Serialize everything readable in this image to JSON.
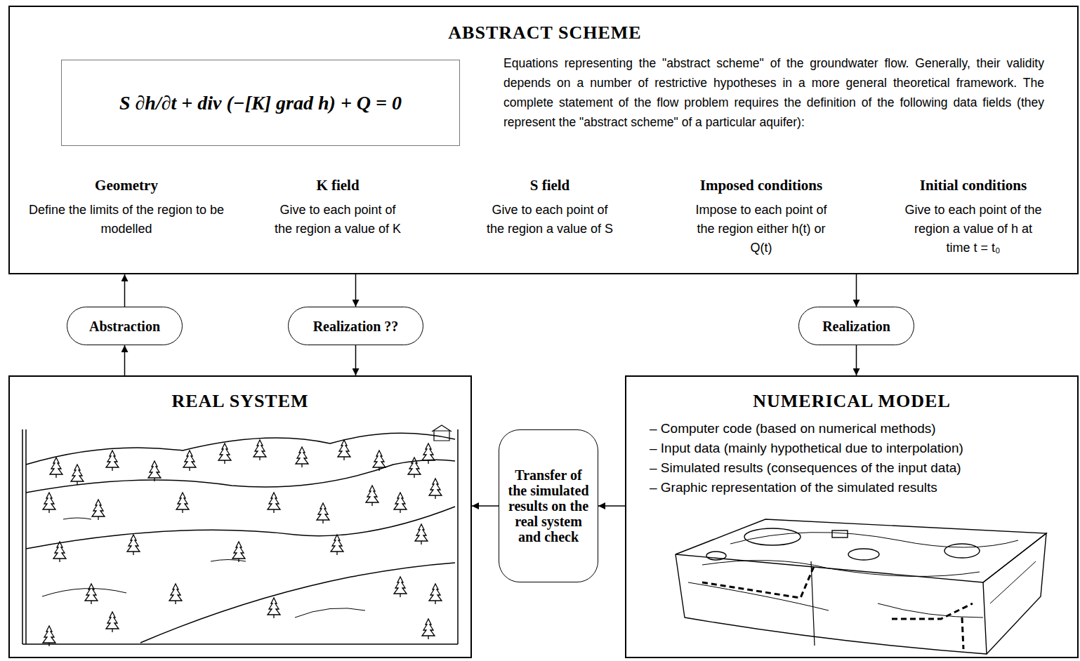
{
  "diagram": {
    "nodes": [
      {
        "text": [
          "ABSTRACT SCHEME",
          "Equations representing the \"abstract scheme\" of the groundwater flow. Generally, their validity depends on a number of restrictive hypotheses in a more general theoretical framework. The complete statement of the flow problem requires the definition of the following data fields (they represent the \"abstract scheme\" of a particular aquifer):",
          "Geometry",
          "Define the limits of the region to be modelled",
          "K field",
          "Give to each point of the region a value of K",
          "S field",
          "Give to each point of the region a value of S",
          "Imposed conditions",
          "Impose to each point of the region either h(t) or Q(t)",
          "Initial conditions",
          "Give to each point of the region a value of h at time t = t₀"
        ]
      },
      {
        "text": [
          "S ∂h/∂t + div (−[K] grad h) + Q = 0"
        ],
        "in": 0
      },
      {
        "text": [
          "Abstraction"
        ]
      },
      {
        "text": [
          "Realization ??"
        ]
      },
      {
        "text": [
          "Realization"
        ]
      },
      {
        "text": [
          "REAL SYSTEM"
        ]
      },
      {
        "text": [
          "NUMERICAL MODEL",
          "– Computer code (based on numerical methods)",
          "– Input data (mainly hypothetical due to interpolation)",
          "– Simulated results (consequences of the input data)",
          "– Graphic representation of the simulated results"
        ]
      },
      {
        "text": [
          "Transfer of the simulated results on the real system and check"
        ]
      }
    ],
    "edges": [
      {
        "from": 5,
        "to": 2,
        "arrow": "to"
      },
      {
        "from": 2,
        "to": 0,
        "arrow": "to"
      },
      {
        "from": 0,
        "to": 3,
        "arrow": "to"
      },
      {
        "from": 3,
        "to": 5,
        "arrow": "to"
      },
      {
        "from": 0,
        "to": 4,
        "arrow": "to"
      },
      {
        "from": 4,
        "to": 6,
        "arrow": "to"
      },
      {
        "from": 6,
        "to": 7,
        "arrow": "to"
      },
      {
        "from": 7,
        "to": 5,
        "arrow": "to"
      }
    ]
  }
}
